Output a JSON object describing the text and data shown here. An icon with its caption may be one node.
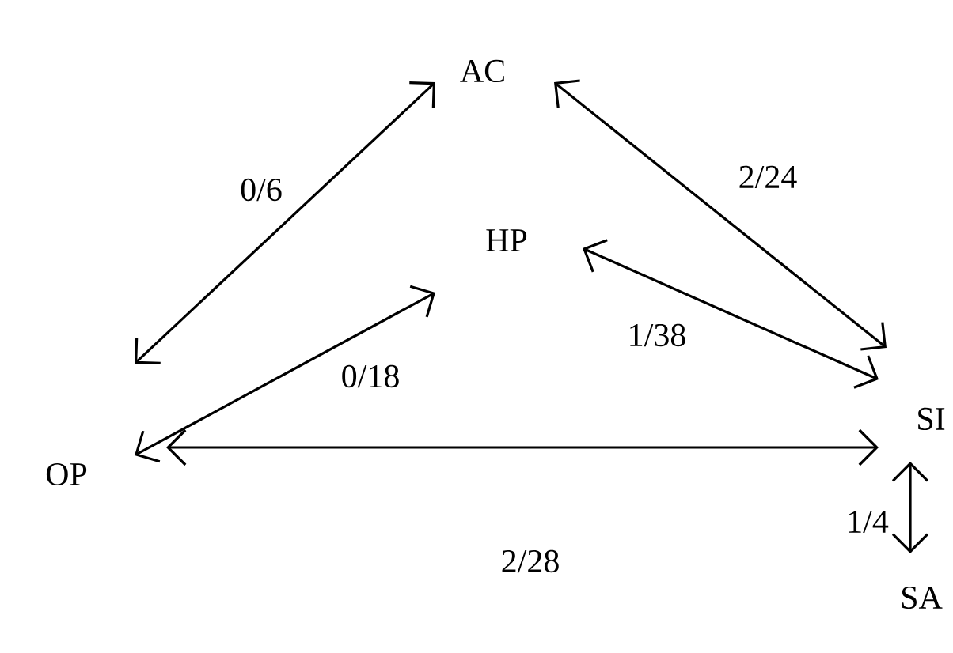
{
  "diagram": {
    "nodes": [
      {
        "text": [
          "AC"
        ]
      },
      {
        "text": [
          "HP"
        ]
      },
      {
        "text": [
          "OP"
        ]
      },
      {
        "text": [
          "SI"
        ]
      },
      {
        "text": [
          "SA"
        ]
      }
    ],
    "edges": [
      {
        "from": 2,
        "to": 0,
        "arrow": "both",
        "label": "0/6"
      },
      {
        "from": 2,
        "to": 1,
        "arrow": "both",
        "label": "0/18"
      },
      {
        "from": 1,
        "to": 3,
        "arrow": "both",
        "label": "1/38"
      },
      {
        "from": 0,
        "to": 3,
        "arrow": "both",
        "label": "2/24"
      },
      {
        "from": 2,
        "to": 3,
        "arrow": "both",
        "label": "2/28"
      },
      {
        "from": 3,
        "to": 4,
        "arrow": "both",
        "label": "1/4"
      }
    ]
  }
}
